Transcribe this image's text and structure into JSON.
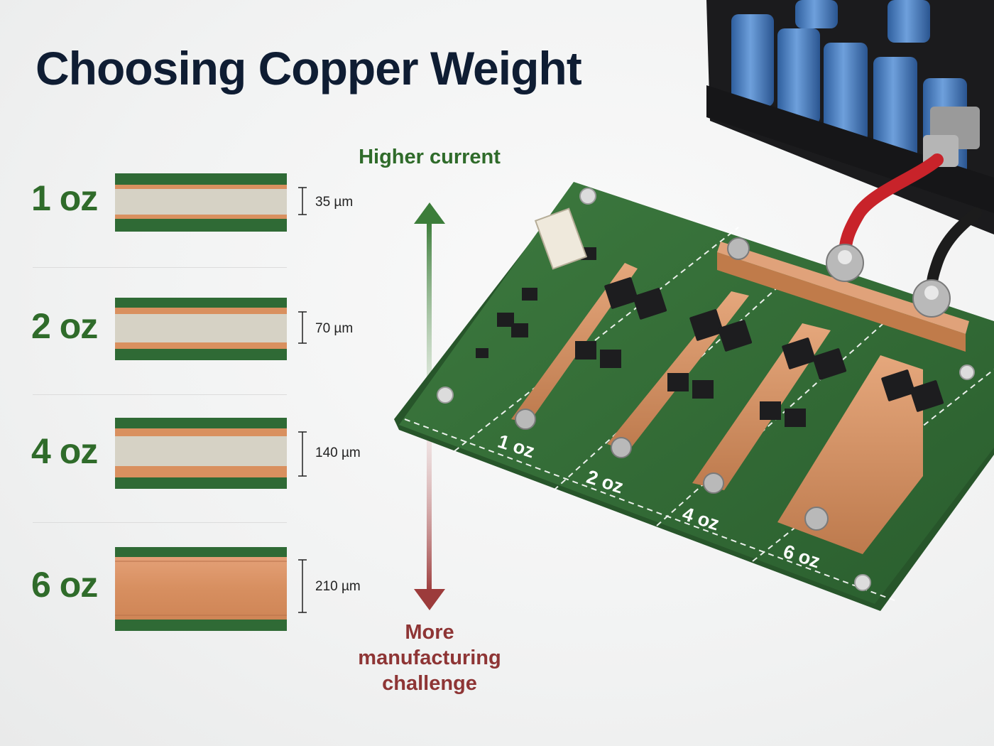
{
  "title": "Choosing Copper Weight",
  "weights": [
    {
      "label": "1 oz",
      "thickness": "35 µm"
    },
    {
      "label": "2 oz",
      "thickness": "70 µm"
    },
    {
      "label": "4 oz",
      "thickness": "140 µm"
    },
    {
      "label": "6 oz",
      "thickness": "210 µm"
    }
  ],
  "arrow": {
    "up_label": "Higher current",
    "down_label": "More manufacturing challenge"
  },
  "board_sections": [
    "1 oz",
    "2 oz",
    "4 oz",
    "6 oz"
  ],
  "colors": {
    "title": "#0f1d33",
    "oz_green": "#2f6b2a",
    "copper": "#d9905f",
    "pcb_green": "#2f6a35",
    "challenge_red": "#8e3535"
  }
}
